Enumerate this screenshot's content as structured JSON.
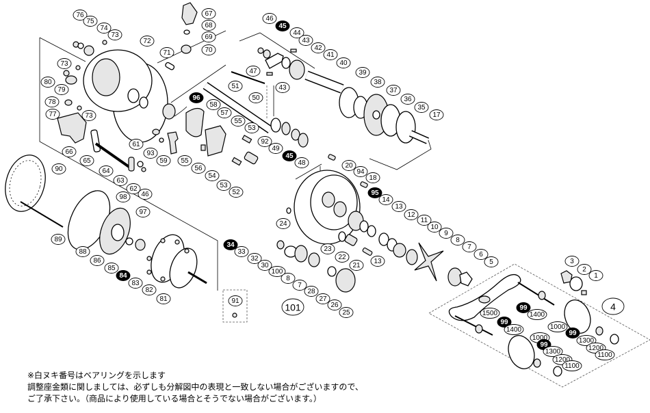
{
  "labels": [
    {
      "num": "76"
    },
    {
      "num": "75"
    },
    {
      "num": "74"
    },
    {
      "num": "73"
    },
    {
      "num": "72"
    },
    {
      "num": "67"
    },
    {
      "num": "68"
    },
    {
      "num": "69"
    },
    {
      "num": "70"
    },
    {
      "num": "71"
    },
    {
      "num": "73"
    },
    {
      "num": "80"
    },
    {
      "num": "79"
    },
    {
      "num": "78"
    },
    {
      "num": "77"
    },
    {
      "num": "73"
    },
    {
      "num": "66"
    },
    {
      "num": "65"
    },
    {
      "num": "64"
    },
    {
      "num": "63"
    },
    {
      "num": "62"
    },
    {
      "num": "46"
    },
    {
      "num": "61"
    },
    {
      "num": "93"
    },
    {
      "num": "59"
    },
    {
      "num": "55"
    },
    {
      "num": "56"
    },
    {
      "num": "54"
    },
    {
      "num": "96",
      "bearing": true
    },
    {
      "num": "58"
    },
    {
      "num": "57"
    },
    {
      "num": "90"
    },
    {
      "num": "98"
    },
    {
      "num": "46"
    },
    {
      "num": "45",
      "bearing": true
    },
    {
      "num": "44"
    },
    {
      "num": "43"
    },
    {
      "num": "42"
    },
    {
      "num": "41"
    },
    {
      "num": "40"
    },
    {
      "num": "39"
    },
    {
      "num": "38"
    },
    {
      "num": "37"
    },
    {
      "num": "36"
    },
    {
      "num": "35"
    },
    {
      "num": "17"
    },
    {
      "num": "47"
    },
    {
      "num": "51"
    },
    {
      "num": "50"
    },
    {
      "num": "43"
    },
    {
      "num": "55"
    },
    {
      "num": "53"
    },
    {
      "num": "92"
    },
    {
      "num": "49"
    },
    {
      "num": "45",
      "bearing": true
    },
    {
      "num": "48"
    },
    {
      "num": "53"
    },
    {
      "num": "52"
    },
    {
      "num": "20"
    },
    {
      "num": "94"
    },
    {
      "num": "18"
    },
    {
      "num": "95",
      "bearing": true
    },
    {
      "num": "14"
    },
    {
      "num": "13"
    },
    {
      "num": "12"
    },
    {
      "num": "11"
    },
    {
      "num": "10"
    },
    {
      "num": "9"
    },
    {
      "num": "8"
    },
    {
      "num": "7"
    },
    {
      "num": "6"
    },
    {
      "num": "5"
    },
    {
      "num": "24"
    },
    {
      "num": "23"
    },
    {
      "num": "22"
    },
    {
      "num": "21"
    },
    {
      "num": "13"
    },
    {
      "num": "34",
      "bearing": true
    },
    {
      "num": "33"
    },
    {
      "num": "32"
    },
    {
      "num": "30"
    },
    {
      "num": "100"
    },
    {
      "num": "8"
    },
    {
      "num": "7"
    },
    {
      "num": "28"
    },
    {
      "num": "27"
    },
    {
      "num": "26"
    },
    {
      "num": "25"
    },
    {
      "num": "101",
      "big": true
    },
    {
      "num": "91"
    },
    {
      "num": "97"
    },
    {
      "num": "89"
    },
    {
      "num": "88"
    },
    {
      "num": "86"
    },
    {
      "num": "85"
    },
    {
      "num": "84",
      "bearing": true
    },
    {
      "num": "83"
    },
    {
      "num": "82"
    },
    {
      "num": "81"
    },
    {
      "num": "3"
    },
    {
      "num": "2"
    },
    {
      "num": "1"
    },
    {
      "num": "4",
      "big": true
    },
    {
      "num": "99",
      "bearing": true
    },
    {
      "num": "1400"
    },
    {
      "num": "1500"
    },
    {
      "num": "99",
      "bearing": true
    },
    {
      "num": "1400"
    },
    {
      "num": "1000"
    },
    {
      "num": "1000"
    },
    {
      "num": "99",
      "bearing": true
    },
    {
      "num": "1300"
    },
    {
      "num": "1200"
    },
    {
      "num": "1100"
    },
    {
      "num": "99",
      "bearing": true
    },
    {
      "num": "1300"
    },
    {
      "num": "1200"
    },
    {
      "num": "1100"
    }
  ],
  "notes": {
    "line1": "※白ヌキ番号はベアリングを示します",
    "line2": "調整座金類に関しましては、必ずしも分解図中の表現と一致しない場合がございますので、",
    "line3": "ご了承下さい。（商品により使用している場合とそうでない場合がございます。）"
  }
}
